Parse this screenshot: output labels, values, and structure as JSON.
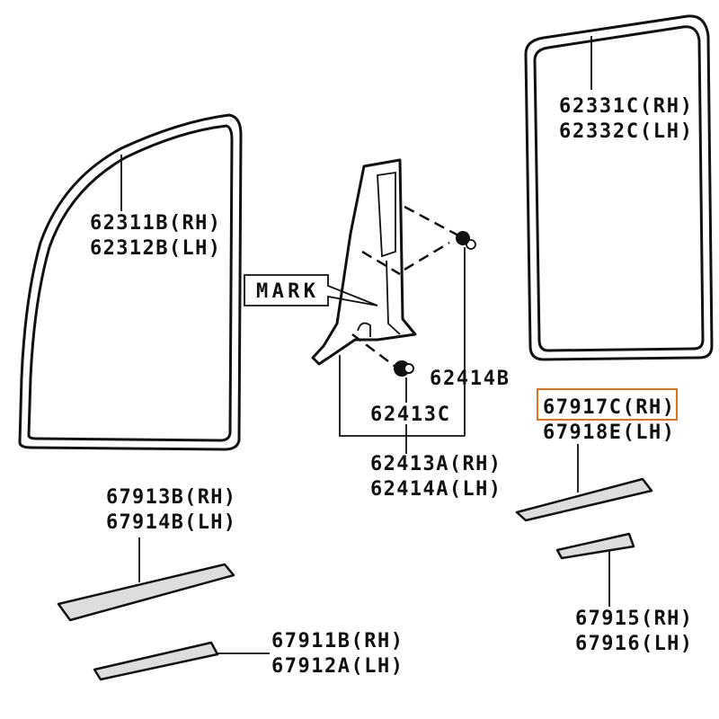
{
  "diagram": {
    "highlight_color": "#e8701a",
    "parts": {
      "front_door_weatherstrip": {
        "rh": "62311B(RH)",
        "lh": "62312B(LH)"
      },
      "rear_door_weatherstrip": {
        "rh": "62331C(RH)",
        "lh": "62332C(LH)"
      },
      "mark_callout": "MARK",
      "clip_upper": "62414B",
      "clip_lower": "62413C",
      "center_pillar_garnish": {
        "rh": "62413A(RH)",
        "lh": "62414A(LH)"
      },
      "rear_scuff_plate": {
        "rh": "67917C(RH)",
        "lh": "67918E(LH)"
      },
      "front_scuff_plate": {
        "rh": "67913B(RH)",
        "lh": "67914B(LH)"
      },
      "front_step_plate": {
        "rh": "67911B(RH)",
        "lh": "67912A(LH)"
      },
      "rear_step_plate": {
        "rh": "67915(RH)",
        "lh": "67916(LH)"
      }
    }
  }
}
